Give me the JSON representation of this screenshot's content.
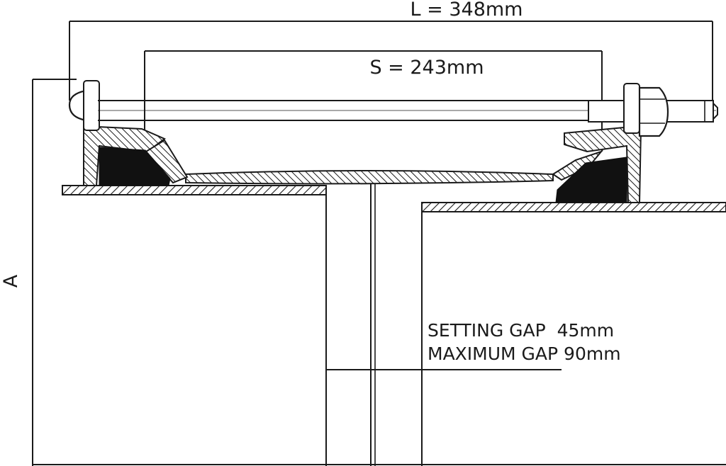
{
  "dimensions": {
    "length_label": "L = 348mm",
    "spacing_label": "S = 243mm",
    "height_label": "A"
  },
  "notes": {
    "setting_gap": "SETTING GAP  45mm",
    "maximum_gap": "MAXIMUM GAP 90mm"
  },
  "colors": {
    "line": "#1a1a1a",
    "gasket": "#111111",
    "background": "#ffffff"
  }
}
